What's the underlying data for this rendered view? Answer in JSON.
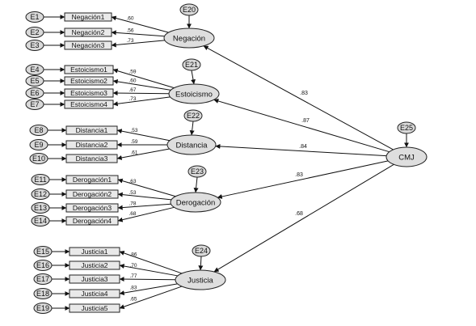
{
  "factors": [
    {
      "name": "Negación",
      "error": "E20",
      "items": [
        {
          "label": "Negación1",
          "error": "E1",
          "loading": ".60"
        },
        {
          "label": "Negación2",
          "error": "E2",
          "loading": ".56"
        },
        {
          "label": "Negación3",
          "error": "E3",
          "loading": ".73"
        }
      ],
      "path_from_cmj": ".83"
    },
    {
      "name": "Estoicismo",
      "error": "E21",
      "items": [
        {
          "label": "Estoicismo1",
          "error": "E4",
          "loading": ".59"
        },
        {
          "label": "Estoicismo2",
          "error": "E5",
          "loading": ".60"
        },
        {
          "label": "Estoicismo3",
          "error": "E6",
          "loading": ".67"
        },
        {
          "label": "Estoicismo4",
          "error": "E7",
          "loading": ".73"
        }
      ],
      "path_from_cmj": ".87"
    },
    {
      "name": "Distancia",
      "error": "E22",
      "items": [
        {
          "label": "Distancia1",
          "error": "E8",
          "loading": ".53"
        },
        {
          "label": "Distancia2",
          "error": "E9",
          "loading": ".59"
        },
        {
          "label": "Distancia3",
          "error": "E10",
          "loading": ".61"
        }
      ],
      "path_from_cmj": ".84"
    },
    {
      "name": "Derogación",
      "error": "E23",
      "items": [
        {
          "label": "Derogación1",
          "error": "E11",
          "loading": ".63"
        },
        {
          "label": "Derogación2",
          "error": "E12",
          "loading": ".53"
        },
        {
          "label": "Derogación3",
          "error": "E13",
          "loading": ".78"
        },
        {
          "label": "Derogación4",
          "error": "E14",
          "loading": ".68"
        }
      ],
      "path_from_cmj": ".83"
    },
    {
      "name": "Justicia",
      "error": "E24",
      "items": [
        {
          "label": "Justicia1",
          "error": "E15",
          "loading": ".86"
        },
        {
          "label": "Justicia2",
          "error": "E16",
          "loading": ".70"
        },
        {
          "label": "Justicia3",
          "error": "E17",
          "loading": ".77"
        },
        {
          "label": "Justicia4",
          "error": "E18",
          "loading": ".83"
        },
        {
          "label": "Justicia5",
          "error": "E19",
          "loading": ".65"
        }
      ],
      "path_from_cmj": ".68"
    }
  ],
  "higher_order": {
    "name": "CMJ",
    "error": "E25"
  }
}
